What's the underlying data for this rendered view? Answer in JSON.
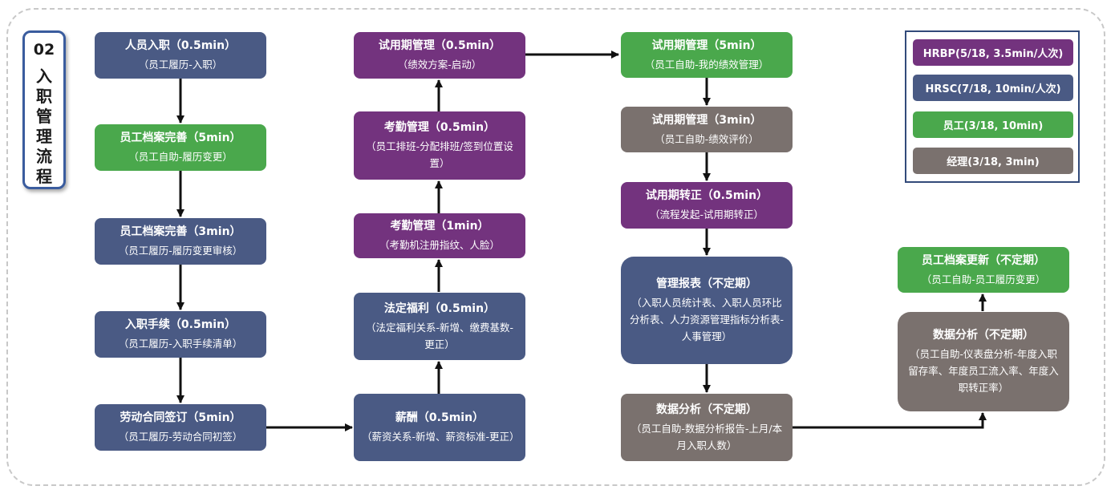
{
  "title": {
    "number": "02",
    "text": "入职管理流程"
  },
  "nodes": {
    "n1": {
      "title": "人员入职（0.5min）",
      "sub": "（员工履历-入职）"
    },
    "n2": {
      "title": "员工档案完善（5min）",
      "sub": "（员工自助-履历变更）"
    },
    "n3": {
      "title": "员工档案完善（3min）",
      "sub": "（员工履历-履历变更审核）"
    },
    "n4": {
      "title": "入职手续（0.5min）",
      "sub": "（员工履历-入职手续清单）"
    },
    "n5": {
      "title": "劳动合同签订（5min）",
      "sub": "（员工履历-劳动合同初签）"
    },
    "n6": {
      "title": "薪酬（0.5min）",
      "sub": "（薪资关系-新增、薪资标准-更正）"
    },
    "n7": {
      "title": "法定福利（0.5min）",
      "sub": "（法定福利关系-新增、缴费基数-更正）"
    },
    "n8": {
      "title": "考勤管理（1min）",
      "sub": "（考勤机注册指纹、人脸）"
    },
    "n9": {
      "title": "考勤管理（0.5min）",
      "sub": "（员工排班-分配排班/签到位置设置）"
    },
    "n10": {
      "title": "试用期管理（0.5min）",
      "sub": "（绩效方案-启动）"
    },
    "n11": {
      "title": "试用期管理（5min）",
      "sub": "（员工自助-我的绩效管理）"
    },
    "n12": {
      "title": "试用期管理（3min）",
      "sub": "（员工自助-绩效评价）"
    },
    "n13": {
      "title": "试用期转正（0.5min）",
      "sub": "（流程发起-试用期转正）"
    },
    "n14": {
      "title": "管理报表（不定期）",
      "sub": "（入职人员统计表、入职人员环比分析表、人力资源管理指标分析表-人事管理）"
    },
    "n15": {
      "title": "数据分析（不定期）",
      "sub": "（员工自助-数据分析报告-上月/本月入职人数）"
    },
    "n16": {
      "title": "数据分析（不定期）",
      "sub": "（员工自助-仪表盘分析-年度入职留存率、年度员工流入率、年度入职转正率）"
    },
    "n17": {
      "title": "员工档案更新（不定期）",
      "sub": "（员工自助-员工履历变更）"
    }
  },
  "legend": [
    {
      "label": "HRBP(5/18, 3.5min/人次)",
      "color": "#73337e"
    },
    {
      "label": "HRSC(7/18, 10min/人次)",
      "color": "#4a5a84"
    },
    {
      "label": "员工(3/18, 10min)",
      "color": "#4aa84c"
    },
    {
      "label": "经理(3/18, 3min)",
      "color": "#7a716e"
    }
  ],
  "colors": {
    "hrbp": "#73337e",
    "hrsc": "#4a5a84",
    "employee": "#4aa84c",
    "manager": "#7a716e",
    "frame": "#c8c8c8",
    "title_border": "#3a5c9e"
  }
}
